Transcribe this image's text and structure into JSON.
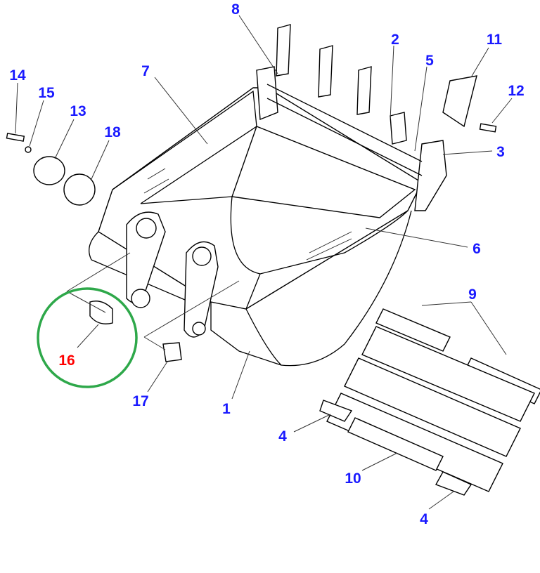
{
  "diagram": {
    "label_color": "#1a1aff",
    "highlight_color": "#ff0000",
    "circle_color": "#2ea84a",
    "labels": {
      "p1": "1",
      "p2": "2",
      "p3": "3",
      "p4a": "4",
      "p4b": "4",
      "p5": "5",
      "p6": "6",
      "p7": "7",
      "p8": "8",
      "p9": "9",
      "p10": "10",
      "p11": "11",
      "p12": "12",
      "p13": "13",
      "p14": "14",
      "p15": "15",
      "p16": "16",
      "p17": "17",
      "p18": "18"
    },
    "highlighted_part": "16"
  }
}
